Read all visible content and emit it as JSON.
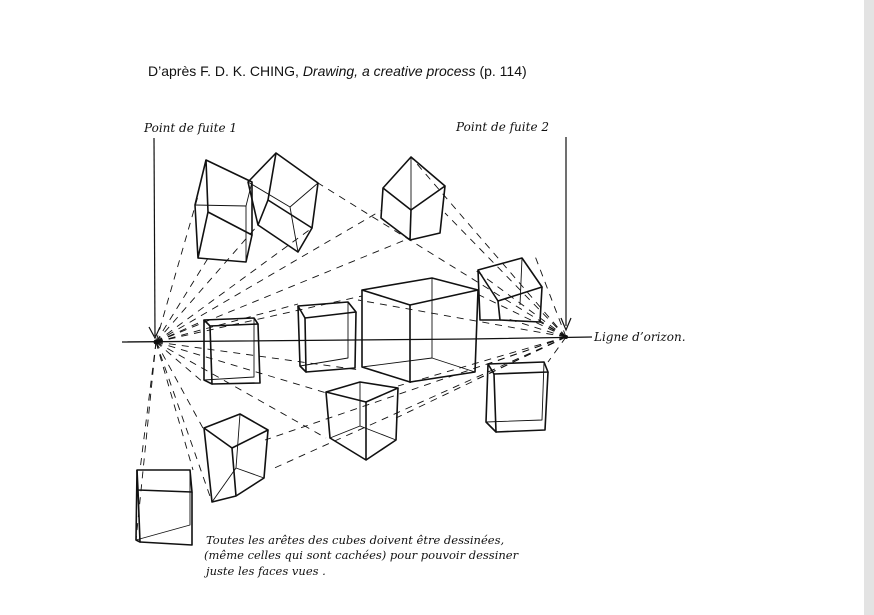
{
  "caption": {
    "prefix": "D’après F. D. K. CHING, ",
    "title": "Drawing, a creative process",
    "suffix": " (p. 114)"
  },
  "sketch": {
    "vanishing_point_1": "Point de fuite 1",
    "vanishing_point_2": "Point de fuite 2",
    "horizon": "Ligne d’orizon.",
    "note": [
      "Toutes les arêtes des cubes doivent être dessinées,",
      "(même celles qui sont cachées) pour pouvoir dessiner",
      "juste les faces vues ."
    ]
  },
  "colors": {
    "ink": "#111111",
    "page_edge": "#e3e3e3"
  }
}
